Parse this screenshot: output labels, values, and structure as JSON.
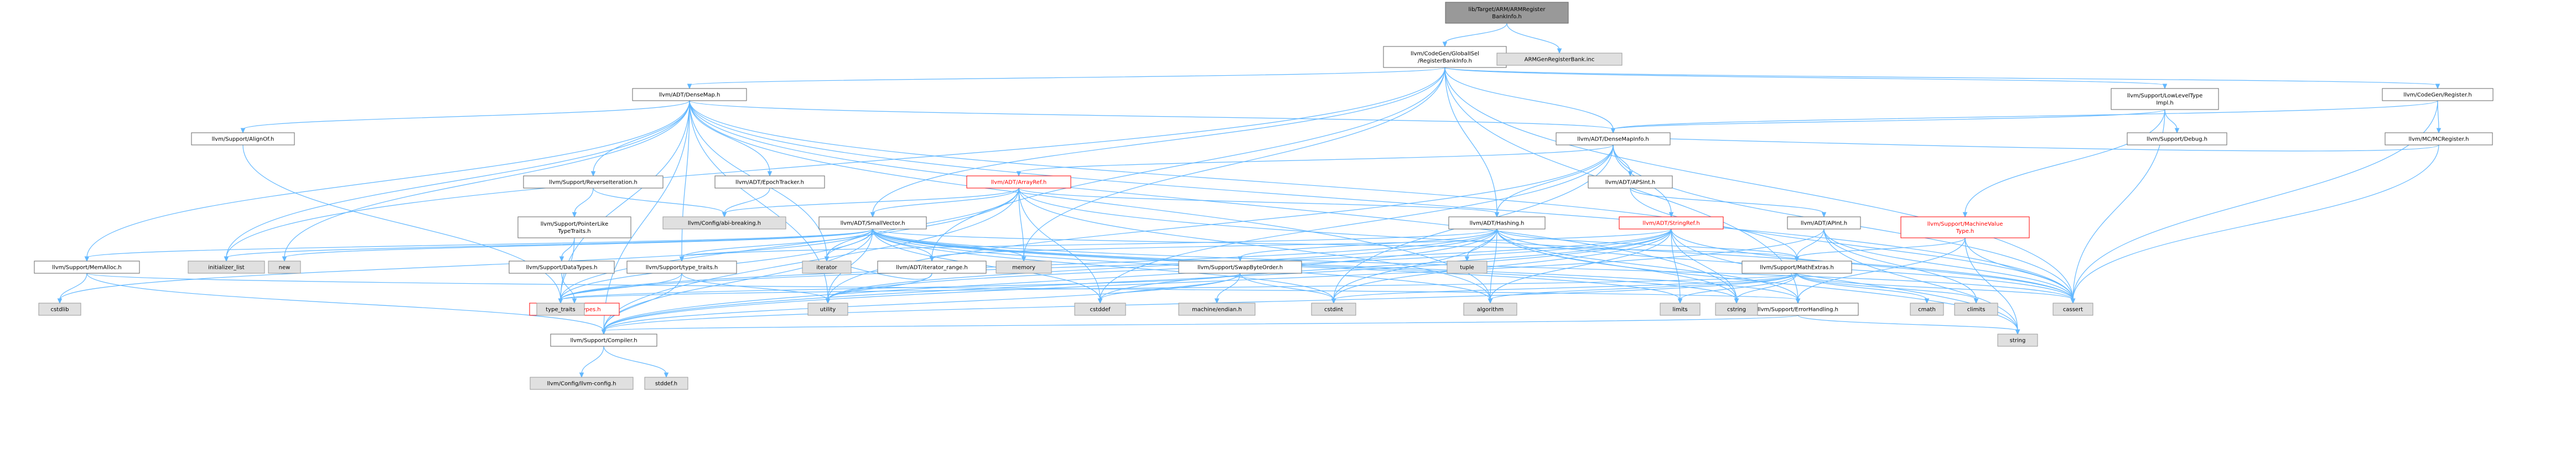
{
  "nodes": [
    {
      "id": "n0",
      "lines": [
        "lib/Target/ARM/ARMRegister",
        "BankInfo.h"
      ],
      "style": "root"
    },
    {
      "id": "n1",
      "lines": [
        "llvm/CodeGen/GlobalISel",
        "/RegisterBankInfo.h"
      ],
      "style": "normal"
    },
    {
      "id": "n2",
      "lines": [
        "ARMGenRegisterBank.inc"
      ],
      "style": "external"
    },
    {
      "id": "n3",
      "lines": [
        "llvm/ADT/DenseMap.h"
      ],
      "style": "normal"
    },
    {
      "id": "n4",
      "lines": [
        "llvm/CodeGen/Register.h"
      ],
      "style": "normal"
    },
    {
      "id": "n5",
      "lines": [
        "llvm/Support/LowLevelType",
        "Impl.h"
      ],
      "style": "normal"
    },
    {
      "id": "n6",
      "lines": [
        "llvm/MC/MCRegister.h"
      ],
      "style": "normal"
    },
    {
      "id": "n7",
      "lines": [
        "llvm/Support/AlignOf.h"
      ],
      "style": "normal"
    },
    {
      "id": "n8",
      "lines": [
        "llvm/ADT/DenseMapInfo.h"
      ],
      "style": "normal"
    },
    {
      "id": "n9",
      "lines": [
        "llvm/Support/Debug.h"
      ],
      "style": "normal"
    },
    {
      "id": "n10",
      "lines": [
        "llvm/Support/ReverseIteration.h"
      ],
      "style": "normal"
    },
    {
      "id": "n11",
      "lines": [
        "llvm/ADT/EpochTracker.h"
      ],
      "style": "normal"
    },
    {
      "id": "n12",
      "lines": [
        "llvm/ADT/ArrayRef.h"
      ],
      "style": "red"
    },
    {
      "id": "n13",
      "lines": [
        "llvm/ADT/APSInt.h"
      ],
      "style": "normal"
    },
    {
      "id": "n14",
      "lines": [
        "llvm/Support/PointerLike",
        "TypeTraits.h"
      ],
      "style": "normal"
    },
    {
      "id": "n15",
      "lines": [
        "llvm/Config/abi-breaking.h"
      ],
      "style": "external"
    },
    {
      "id": "n16",
      "lines": [
        "llvm/ADT/SmallVector.h"
      ],
      "style": "normal"
    },
    {
      "id": "n17",
      "lines": [
        "llvm/ADT/Hashing.h"
      ],
      "style": "normal"
    },
    {
      "id": "n18",
      "lines": [
        "llvm/ADT/StringRef.h"
      ],
      "style": "red"
    },
    {
      "id": "n19",
      "lines": [
        "llvm/ADT/APInt.h"
      ],
      "style": "normal"
    },
    {
      "id": "n20",
      "lines": [
        "llvm/Support/MachineValue",
        "Type.h"
      ],
      "style": "red"
    },
    {
      "id": "n21",
      "lines": [
        "llvm/Support/MemAlloc.h"
      ],
      "style": "normal"
    },
    {
      "id": "n22",
      "lines": [
        "llvm/Support/DataTypes.h"
      ],
      "style": "normal"
    },
    {
      "id": "n23",
      "lines": [
        "llvm/Support/type_traits.h"
      ],
      "style": "normal"
    },
    {
      "id": "n24",
      "lines": [
        "llvm/ADT/iterator_range.h"
      ],
      "style": "normal"
    },
    {
      "id": "n25",
      "lines": [
        "llvm/Support/SwapByteOrder.h"
      ],
      "style": "normal"
    },
    {
      "id": "n26",
      "lines": [
        "llvm/Support/MathExtras.h"
      ],
      "style": "normal"
    },
    {
      "id": "n27",
      "lines": [
        "llvm/Support/ErrorHandling.h"
      ],
      "style": "normal"
    },
    {
      "id": "n28",
      "lines": [
        "llvm/Support/Compiler.h"
      ],
      "style": "normal"
    },
    {
      "id": "n29",
      "lines": [
        "llvm-c/DataTypes.h"
      ],
      "style": "red"
    },
    {
      "id": "n30",
      "lines": [
        "llvm/Config/llvm-config.h"
      ],
      "style": "external"
    },
    {
      "id": "n31",
      "lines": [
        "stddef.h"
      ],
      "style": "external"
    },
    {
      "id": "n32",
      "lines": [
        "initializer_list"
      ],
      "style": "external"
    },
    {
      "id": "n33",
      "lines": [
        "new"
      ],
      "style": "external"
    },
    {
      "id": "n34",
      "lines": [
        "cstdlib"
      ],
      "style": "external"
    },
    {
      "id": "n35",
      "lines": [
        "iterator"
      ],
      "style": "external"
    },
    {
      "id": "n36",
      "lines": [
        "memory"
      ],
      "style": "external"
    },
    {
      "id": "n37",
      "lines": [
        "tuple"
      ],
      "style": "external"
    },
    {
      "id": "n38",
      "lines": [
        "type_traits"
      ],
      "style": "external"
    },
    {
      "id": "n39",
      "lines": [
        "utility"
      ],
      "style": "external"
    },
    {
      "id": "n40",
      "lines": [
        "cstddef"
      ],
      "style": "external"
    },
    {
      "id": "n41",
      "lines": [
        "machine/endian.h"
      ],
      "style": "external"
    },
    {
      "id": "n42",
      "lines": [
        "cstdint"
      ],
      "style": "external"
    },
    {
      "id": "n43",
      "lines": [
        "algorithm"
      ],
      "style": "external"
    },
    {
      "id": "n44",
      "lines": [
        "limits"
      ],
      "style": "external"
    },
    {
      "id": "n45",
      "lines": [
        "cstring"
      ],
      "style": "external"
    },
    {
      "id": "n46",
      "lines": [
        "cmath"
      ],
      "style": "external"
    },
    {
      "id": "n47",
      "lines": [
        "climits"
      ],
      "style": "external"
    },
    {
      "id": "n48",
      "lines": [
        "cassert"
      ],
      "style": "external"
    },
    {
      "id": "n49",
      "lines": [
        "string"
      ],
      "style": "external"
    }
  ],
  "edges": [
    [
      "n0",
      "n1"
    ],
    [
      "n0",
      "n2"
    ],
    [
      "n1",
      "n3"
    ],
    [
      "n1",
      "n4"
    ],
    [
      "n1",
      "n5"
    ],
    [
      "n1",
      "n8"
    ],
    [
      "n1",
      "n16"
    ],
    [
      "n1",
      "n17"
    ],
    [
      "n1",
      "n24"
    ],
    [
      "n1",
      "n27"
    ],
    [
      "n1",
      "n32"
    ],
    [
      "n1",
      "n36"
    ],
    [
      "n1",
      "n48"
    ],
    [
      "n3",
      "n7"
    ],
    [
      "n3",
      "n8"
    ],
    [
      "n3",
      "n10"
    ],
    [
      "n3",
      "n11"
    ],
    [
      "n3",
      "n21"
    ],
    [
      "n3",
      "n23"
    ],
    [
      "n3",
      "n26"
    ],
    [
      "n3",
      "n28"
    ],
    [
      "n3",
      "n32"
    ],
    [
      "n3",
      "n33"
    ],
    [
      "n3",
      "n35"
    ],
    [
      "n3",
      "n38"
    ],
    [
      "n3",
      "n39"
    ],
    [
      "n3",
      "n43"
    ],
    [
      "n3",
      "n45"
    ],
    [
      "n3",
      "n48"
    ],
    [
      "n4",
      "n6"
    ],
    [
      "n4",
      "n8"
    ],
    [
      "n4",
      "n48"
    ],
    [
      "n5",
      "n8"
    ],
    [
      "n5",
      "n9"
    ],
    [
      "n5",
      "n20"
    ],
    [
      "n5",
      "n48"
    ],
    [
      "n6",
      "n8"
    ],
    [
      "n6",
      "n48"
    ],
    [
      "n7",
      "n38"
    ],
    [
      "n8",
      "n12"
    ],
    [
      "n8",
      "n13"
    ],
    [
      "n8",
      "n17"
    ],
    [
      "n8",
      "n18"
    ],
    [
      "n8",
      "n39"
    ],
    [
      "n8",
      "n40"
    ],
    [
      "n8",
      "n42"
    ],
    [
      "n8",
      "n48"
    ],
    [
      "n10",
      "n14"
    ],
    [
      "n10",
      "n15"
    ],
    [
      "n11",
      "n15"
    ],
    [
      "n12",
      "n15"
    ],
    [
      "n12",
      "n16"
    ],
    [
      "n12",
      "n17"
    ],
    [
      "n12",
      "n28"
    ],
    [
      "n12",
      "n36"
    ],
    [
      "n12",
      "n35"
    ],
    [
      "n12",
      "n38"
    ],
    [
      "n12",
      "n40"
    ],
    [
      "n12",
      "n43"
    ],
    [
      "n12",
      "n48"
    ],
    [
      "n13",
      "n19"
    ],
    [
      "n13",
      "n48"
    ],
    [
      "n14",
      "n22"
    ],
    [
      "n14",
      "n38"
    ],
    [
      "n16",
      "n21"
    ],
    [
      "n16",
      "n23"
    ],
    [
      "n16",
      "n24"
    ],
    [
      "n16",
      "n28"
    ],
    [
      "n16",
      "n32"
    ],
    [
      "n16",
      "n33"
    ],
    [
      "n16",
      "n34"
    ],
    [
      "n16",
      "n35"
    ],
    [
      "n16",
      "n36"
    ],
    [
      "n16",
      "n38"
    ],
    [
      "n16",
      "n39"
    ],
    [
      "n16",
      "n40"
    ],
    [
      "n16",
      "n42"
    ],
    [
      "n16",
      "n43"
    ],
    [
      "n16",
      "n44"
    ],
    [
      "n16",
      "n45"
    ],
    [
      "n16",
      "n48"
    ],
    [
      "n16",
      "n27"
    ],
    [
      "n16",
      "n26"
    ],
    [
      "n17",
      "n23"
    ],
    [
      "n17",
      "n25"
    ],
    [
      "n17",
      "n26"
    ],
    [
      "n17",
      "n28"
    ],
    [
      "n17",
      "n37"
    ],
    [
      "n17",
      "n38"
    ],
    [
      "n17",
      "n39"
    ],
    [
      "n17",
      "n42"
    ],
    [
      "n17",
      "n43"
    ],
    [
      "n17",
      "n45"
    ],
    [
      "n17",
      "n48"
    ],
    [
      "n17",
      "n49"
    ],
    [
      "n17",
      "n27"
    ],
    [
      "n18",
      "n24"
    ],
    [
      "n18",
      "n28"
    ],
    [
      "n18",
      "n38"
    ],
    [
      "n18",
      "n39"
    ],
    [
      "n18",
      "n40"
    ],
    [
      "n18",
      "n42"
    ],
    [
      "n18",
      "n43"
    ],
    [
      "n18",
      "n44"
    ],
    [
      "n18",
      "n45"
    ],
    [
      "n18",
      "n49"
    ],
    [
      "n18",
      "n48"
    ],
    [
      "n19",
      "n26"
    ],
    [
      "n19",
      "n28"
    ],
    [
      "n19",
      "n47"
    ],
    [
      "n19",
      "n48"
    ],
    [
      "n19",
      "n49"
    ],
    [
      "n20",
      "n26"
    ],
    [
      "n20",
      "n27"
    ],
    [
      "n20",
      "n49"
    ],
    [
      "n20",
      "n48"
    ],
    [
      "n21",
      "n28"
    ],
    [
      "n21",
      "n34"
    ],
    [
      "n21",
      "n27"
    ],
    [
      "n22",
      "n29"
    ],
    [
      "n23",
      "n28"
    ],
    [
      "n23",
      "n38"
    ],
    [
      "n23",
      "n39"
    ],
    [
      "n24",
      "n35"
    ],
    [
      "n24",
      "n39"
    ],
    [
      "n25",
      "n28"
    ],
    [
      "n25",
      "n38"
    ],
    [
      "n25",
      "n40"
    ],
    [
      "n25",
      "n42"
    ],
    [
      "n25",
      "n41"
    ],
    [
      "n26",
      "n28"
    ],
    [
      "n26",
      "n46"
    ],
    [
      "n26",
      "n44"
    ],
    [
      "n26",
      "n43"
    ],
    [
      "n26",
      "n42"
    ],
    [
      "n26",
      "n45"
    ],
    [
      "n26",
      "n48"
    ],
    [
      "n26",
      "n47"
    ],
    [
      "n26",
      "n38"
    ],
    [
      "n27",
      "n28"
    ],
    [
      "n27",
      "n49"
    ],
    [
      "n28",
      "n30"
    ],
    [
      "n28",
      "n31"
    ]
  ]
}
